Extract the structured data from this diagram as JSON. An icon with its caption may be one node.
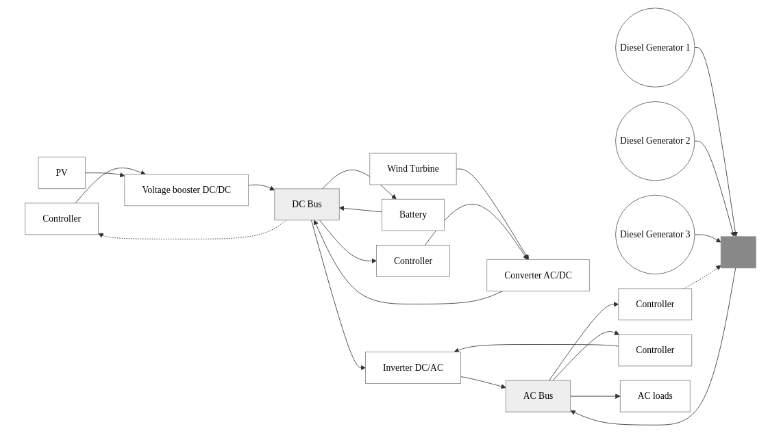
{
  "diagram": {
    "nodes": [
      {
        "text": [
          "DC Bus"
        ]
      },
      {
        "text": [
          "AC Bus"
        ]
      },
      {
        "text": [
          "Controller"
        ]
      },
      {
        "text": [
          "Controller"
        ]
      },
      {
        "text": [
          "PV"
        ]
      },
      {
        "text": [
          "Voltage booster DC/DC"
        ]
      },
      {
        "text": [
          "Inverter DC/AC"
        ]
      },
      {
        "text": [
          "Wind Turbine"
        ]
      },
      {
        "text": [
          "Converter AC/DC"
        ]
      },
      {
        "text": [
          "AC loads"
        ]
      },
      {
        "text": [
          "Diesel Generator 1"
        ]
      },
      {
        "text": [
          "Diesel Generator 2"
        ]
      },
      {
        "text": [
          "Diesel Generator 3"
        ]
      },
      {
        "text": [
          "Controller"
        ]
      },
      {
        "text": [
          "Battery"
        ]
      },
      {
        "text": [],
        "shape": "bar"
      },
      {
        "text": [
          "Controller"
        ]
      }
    ],
    "edges": [
      {
        "from": 0,
        "to": 2,
        "arrow": "to",
        "style": "dashed"
      },
      {
        "from": 1,
        "to": 3,
        "arrow": "to"
      },
      {
        "from": 2,
        "to": 5,
        "arrow": "to"
      },
      {
        "from": 3,
        "to": 6,
        "arrow": "to"
      },
      {
        "from": 4,
        "to": 5,
        "arrow": "to"
      },
      {
        "from": 5,
        "to": 0,
        "arrow": "to"
      },
      {
        "from": 0,
        "to": 6,
        "arrow": "to"
      },
      {
        "from": 6,
        "to": 1,
        "arrow": "to"
      },
      {
        "from": 1,
        "to": 9,
        "arrow": "to"
      },
      {
        "from": 7,
        "to": 8,
        "arrow": "to"
      },
      {
        "from": 8,
        "to": 0,
        "arrow": "to"
      },
      {
        "from": 0,
        "to": 13,
        "arrow": "to"
      },
      {
        "from": 13,
        "to": 8,
        "arrow": "to"
      },
      {
        "from": 14,
        "to": 0,
        "arrow": "to"
      },
      {
        "from": 0,
        "to": 14,
        "arrow": "to"
      },
      {
        "from": 10,
        "to": 15,
        "arrow": "to"
      },
      {
        "from": 11,
        "to": 15,
        "arrow": "to"
      },
      {
        "from": 12,
        "to": 15,
        "arrow": "to"
      },
      {
        "from": 15,
        "to": 1,
        "arrow": "to"
      },
      {
        "from": 1,
        "to": 16,
        "arrow": "to"
      },
      {
        "from": 16,
        "to": 15,
        "arrow": "to",
        "style": "dashed"
      }
    ]
  }
}
